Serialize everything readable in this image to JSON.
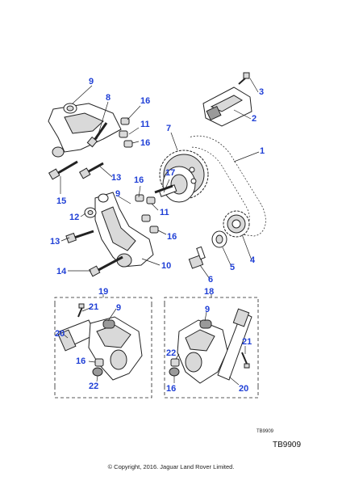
{
  "callouts": [
    "1",
    "2",
    "3",
    "4",
    "5",
    "6",
    "7",
    "8",
    "9",
    "10",
    "11",
    "12",
    "13",
    "14",
    "15",
    "16",
    "17",
    "18",
    "19",
    "20",
    "21",
    "22"
  ],
  "inset_reference": "TB9909",
  "figure_reference": "TB9909",
  "copyright": "© Copyright, 2016. Jaguar Land Rover Limited.",
  "colors": {
    "callout": "#1f3fd6",
    "line": "#222222",
    "shade": "#d9d9d9"
  }
}
